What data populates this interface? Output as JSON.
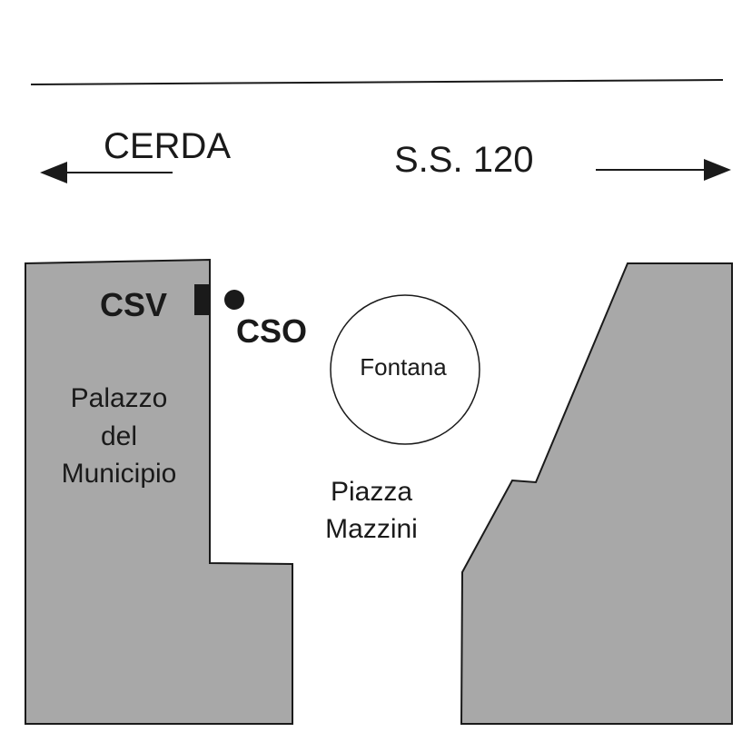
{
  "road": {
    "direction_left": "CERDA",
    "direction_right": "S.S. 120"
  },
  "buildings": {
    "left_label": [
      "Palazzo",
      "del",
      "Municipio"
    ]
  },
  "markers": {
    "csv": "CSV",
    "cso": "CSO"
  },
  "fountain": {
    "label": "Fontana"
  },
  "square": {
    "label": [
      "Piazza",
      "Mazzini"
    ]
  },
  "colors": {
    "building_fill": "#a8a8a8",
    "ink": "#1a1a1a",
    "background": "#ffffff"
  }
}
